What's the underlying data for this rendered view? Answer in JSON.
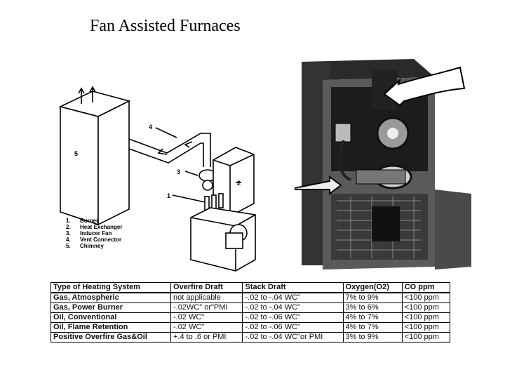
{
  "title": "Fan Assisted Furnaces",
  "diagram": {
    "callouts": [
      "1",
      "2",
      "3",
      "4",
      "5"
    ],
    "legend": [
      {
        "num": "1.",
        "label": "Burner"
      },
      {
        "num": "2.",
        "label": "Heat Exchanger"
      },
      {
        "num": "3.",
        "label": "Inducer Fan"
      },
      {
        "num": "4.",
        "label": "Vent Connector"
      },
      {
        "num": "5.",
        "label": "Chimney"
      }
    ]
  },
  "table": {
    "headers": [
      "Type of Heating System",
      "Overfire Draft",
      "Stack Draft",
      "Oxygen(O2)",
      "CO ppm"
    ],
    "rows": [
      [
        "Gas, Atmospheric",
        "not applicable",
        "-.02 to -.04 WC\"",
        "7% to 9%",
        "<100 ppm"
      ],
      [
        "Gas, Power Burner",
        "-.02WC\" or\"PMI",
        "-.02 to -.04 WC\"",
        "3% to 6%",
        "<100 ppm"
      ],
      [
        "Oil, Conventional",
        "-.02 WC\"",
        "-.02 to -.06 WC\"",
        "4% to 7%",
        "<100 ppm"
      ],
      [
        "Oil, Flame Retention",
        "-.02 WC\"",
        "-.02 to -.06 WC\"",
        "4% to 7%",
        "<100 ppm"
      ],
      [
        "Positive Overfire Gas&Oil",
        "+.4 to .6 or PMI",
        "-.02 to -.04 WC\"or PMI",
        "3% to 9%",
        "<100 ppm"
      ]
    ]
  }
}
